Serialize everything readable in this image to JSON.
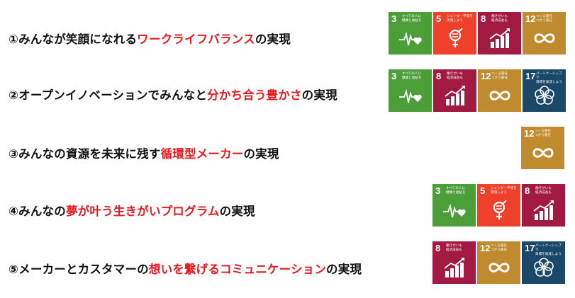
{
  "rows": [
    {
      "prefix": "①みんなが笑顔になれる",
      "highlight": "ワークライフバランス",
      "suffix": "の実現",
      "goals": [
        {
          "num": "3",
          "caption": "すべての人に\n健康と福祉を",
          "icon": "heartbeat-icon",
          "color": "#4c9f38"
        },
        {
          "num": "5",
          "caption": "ジェンダー平等を\n実現しよう",
          "icon": "gender-equality-icon",
          "color": "#ef402b"
        },
        {
          "num": "8",
          "caption": "働きがいも\n経済成長も",
          "icon": "growth-chart-icon",
          "color": "#a21942"
        },
        {
          "num": "12",
          "caption": "つくる責任\nつかう責任",
          "icon": "infinity-icon",
          "color": "#bf8b2e"
        }
      ]
    },
    {
      "prefix": "②オープンイノベーションでみんなと",
      "highlight": "分かち合う豊かさ",
      "suffix": "の実現",
      "goals": [
        {
          "num": "3",
          "caption": "すべての人に\n健康と福祉を",
          "icon": "heartbeat-icon",
          "color": "#4c9f38"
        },
        {
          "num": "8",
          "caption": "働きがいも\n経済成長も",
          "icon": "growth-chart-icon",
          "color": "#a21942"
        },
        {
          "num": "12",
          "caption": "つくる責任\nつかう責任",
          "icon": "infinity-icon",
          "color": "#bf8b2e"
        },
        {
          "num": "17",
          "caption": "パートナーシップで\n目標を達成しよう",
          "icon": "flower-rings-icon",
          "color": "#19486a"
        }
      ]
    },
    {
      "prefix": "③みんなの資源を未来に残す",
      "highlight": "循環型メーカー",
      "suffix": "の実現",
      "goals": [
        {
          "num": "12",
          "caption": "つくる責任\nつかう責任",
          "icon": "infinity-icon",
          "color": "#bf8b2e"
        }
      ]
    },
    {
      "prefix": "④みんなの",
      "highlight": "夢が叶う生きがいプログラム",
      "suffix": "の実現",
      "goals": [
        {
          "num": "3",
          "caption": "すべての人に\n健康と福祉を",
          "icon": "heartbeat-icon",
          "color": "#4c9f38"
        },
        {
          "num": "5",
          "caption": "ジェンダー平等を\n実現しよう",
          "icon": "gender-equality-icon",
          "color": "#ef402b"
        },
        {
          "num": "8",
          "caption": "働きがいも\n経済成長も",
          "icon": "growth-chart-icon",
          "color": "#a21942"
        }
      ]
    },
    {
      "prefix": "⑤メーカーとカスタマーの",
      "highlight": "想いを繋げるコミュニケーション",
      "suffix": "の実現",
      "goals": [
        {
          "num": "8",
          "caption": "働きがいも\n経済成長も",
          "icon": "growth-chart-icon",
          "color": "#a21942"
        },
        {
          "num": "12",
          "caption": "つくる責任\nつかう責任",
          "icon": "infinity-icon",
          "color": "#bf8b2e"
        },
        {
          "num": "17",
          "caption": "パートナーシップで\n目標を達成しよう",
          "icon": "flower-rings-icon",
          "color": "#19486a"
        }
      ]
    }
  ]
}
